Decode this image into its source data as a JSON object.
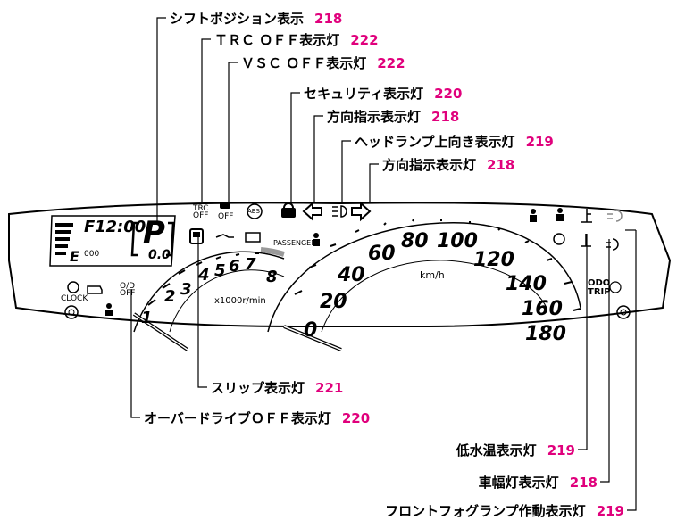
{
  "callouts": {
    "shift_position": {
      "label": "シフトポジション表示",
      "page": "218"
    },
    "trc_off": {
      "label": "ＴＲＣ ＯＦＦ表示灯",
      "page": "222"
    },
    "vsc_off": {
      "label": "ＶＳＣ ＯＦＦ表示灯",
      "page": "222"
    },
    "security": {
      "label": "セキュリティ表示灯",
      "page": "220"
    },
    "turn_left": {
      "label": "方向指示表示灯",
      "page": "218"
    },
    "headlamp_high": {
      "label": "ヘッドランプ上向き表示灯",
      "page": "219"
    },
    "turn_right": {
      "label": "方向指示表示灯",
      "page": "218"
    },
    "slip": {
      "label": "スリップ表示灯",
      "page": "221"
    },
    "od_off": {
      "label": "オーバードライブＯＦＦ表示灯",
      "page": "220"
    },
    "low_coolant": {
      "label": "低水温表示灯",
      "page": "219"
    },
    "tail_light": {
      "label": "車幅灯表示灯",
      "page": "218"
    },
    "front_fog": {
      "label": "フロントフォグランプ作動表示灯",
      "page": "219"
    }
  },
  "cluster": {
    "display": {
      "fuel": "F",
      "clock": "12:00",
      "gear": "P",
      "odo_small": "000",
      "trip_value": "0.0",
      "empty": "E"
    },
    "tach": {
      "numbers": [
        "1",
        "2",
        "3",
        "4",
        "5",
        "6",
        "7",
        "8"
      ],
      "unit": "x1000r/min"
    },
    "speedo": {
      "numbers": [
        "0",
        "20",
        "40",
        "60",
        "80",
        "100",
        "120",
        "140",
        "160",
        "180"
      ],
      "unit": "km/h"
    },
    "labels": {
      "trc": "TRC OFF",
      "vsc_off": "OFF",
      "abs": "ABS",
      "passenger": "PASSENGER",
      "clock_btn": "CLOCK",
      "od": "O/D",
      "od_off": "OFF",
      "odo": "ODO",
      "trip": "TRIP"
    }
  }
}
